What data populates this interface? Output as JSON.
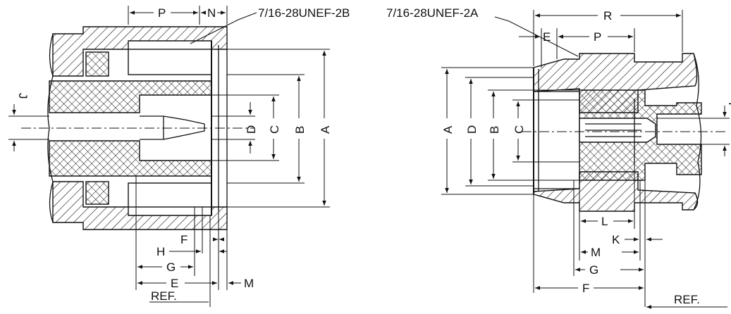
{
  "left_view": {
    "thread_label": "7/16-28UNEF-2B",
    "dims": {
      "P": "P",
      "N": "N",
      "J": "J",
      "D": "D",
      "C": "C",
      "B": "B",
      "A": "A",
      "F": "F",
      "H": "H",
      "G": "G",
      "E": "E",
      "M": "M"
    },
    "ref_label": "REF."
  },
  "right_view": {
    "thread_label": "7/16-28UNEF-2A",
    "dims": {
      "R": "R",
      "E": "E",
      "P": "P",
      "A": "A",
      "D": "D",
      "B": "B",
      "C": "C",
      "I": "I",
      "L": "L",
      "K": "K",
      "M": "M",
      "G": "G",
      "F": "F"
    },
    "ref_label": "REF."
  }
}
